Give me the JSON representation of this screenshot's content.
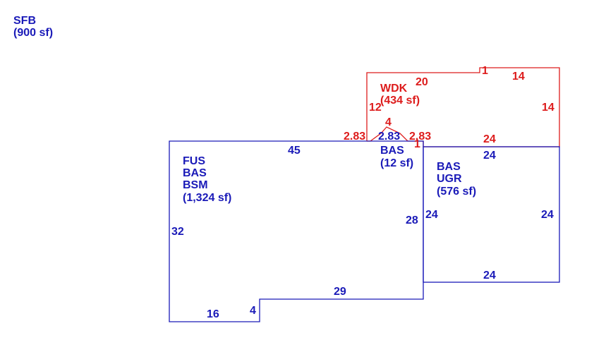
{
  "colors": {
    "main": "#1a1ab8",
    "deck": "#dd1c1c"
  },
  "summary": {
    "line1": "SFB",
    "line2": "(900 sf)"
  },
  "main_area": {
    "line1": "FUS",
    "line2": "BAS",
    "line3": "BSM",
    "line4": "(1,324 sf)"
  },
  "small_area": {
    "line1": "BAS",
    "line2": "(12 sf)"
  },
  "garage_area": {
    "line1": "BAS",
    "line2": "UGR",
    "line3": "(576 sf)"
  },
  "deck_area": {
    "line1": "WDK",
    "line2": "(434 sf)"
  },
  "dims_main": {
    "top": "45",
    "left": "32",
    "right": "28",
    "bottom_step": "29",
    "step": "4",
    "bottom": "16"
  },
  "dims_small": {
    "top": "2.83"
  },
  "dims_garage": {
    "top": "24",
    "left": "24",
    "right": "24",
    "bottom": "24"
  },
  "dims_deck": {
    "top": "20",
    "top_step": "1",
    "top_right": "14",
    "right": "14",
    "bottom": "24",
    "left": "12",
    "diag_left": "2.83",
    "notch": "4",
    "diag_right": "2.83",
    "notch_side": "1"
  }
}
